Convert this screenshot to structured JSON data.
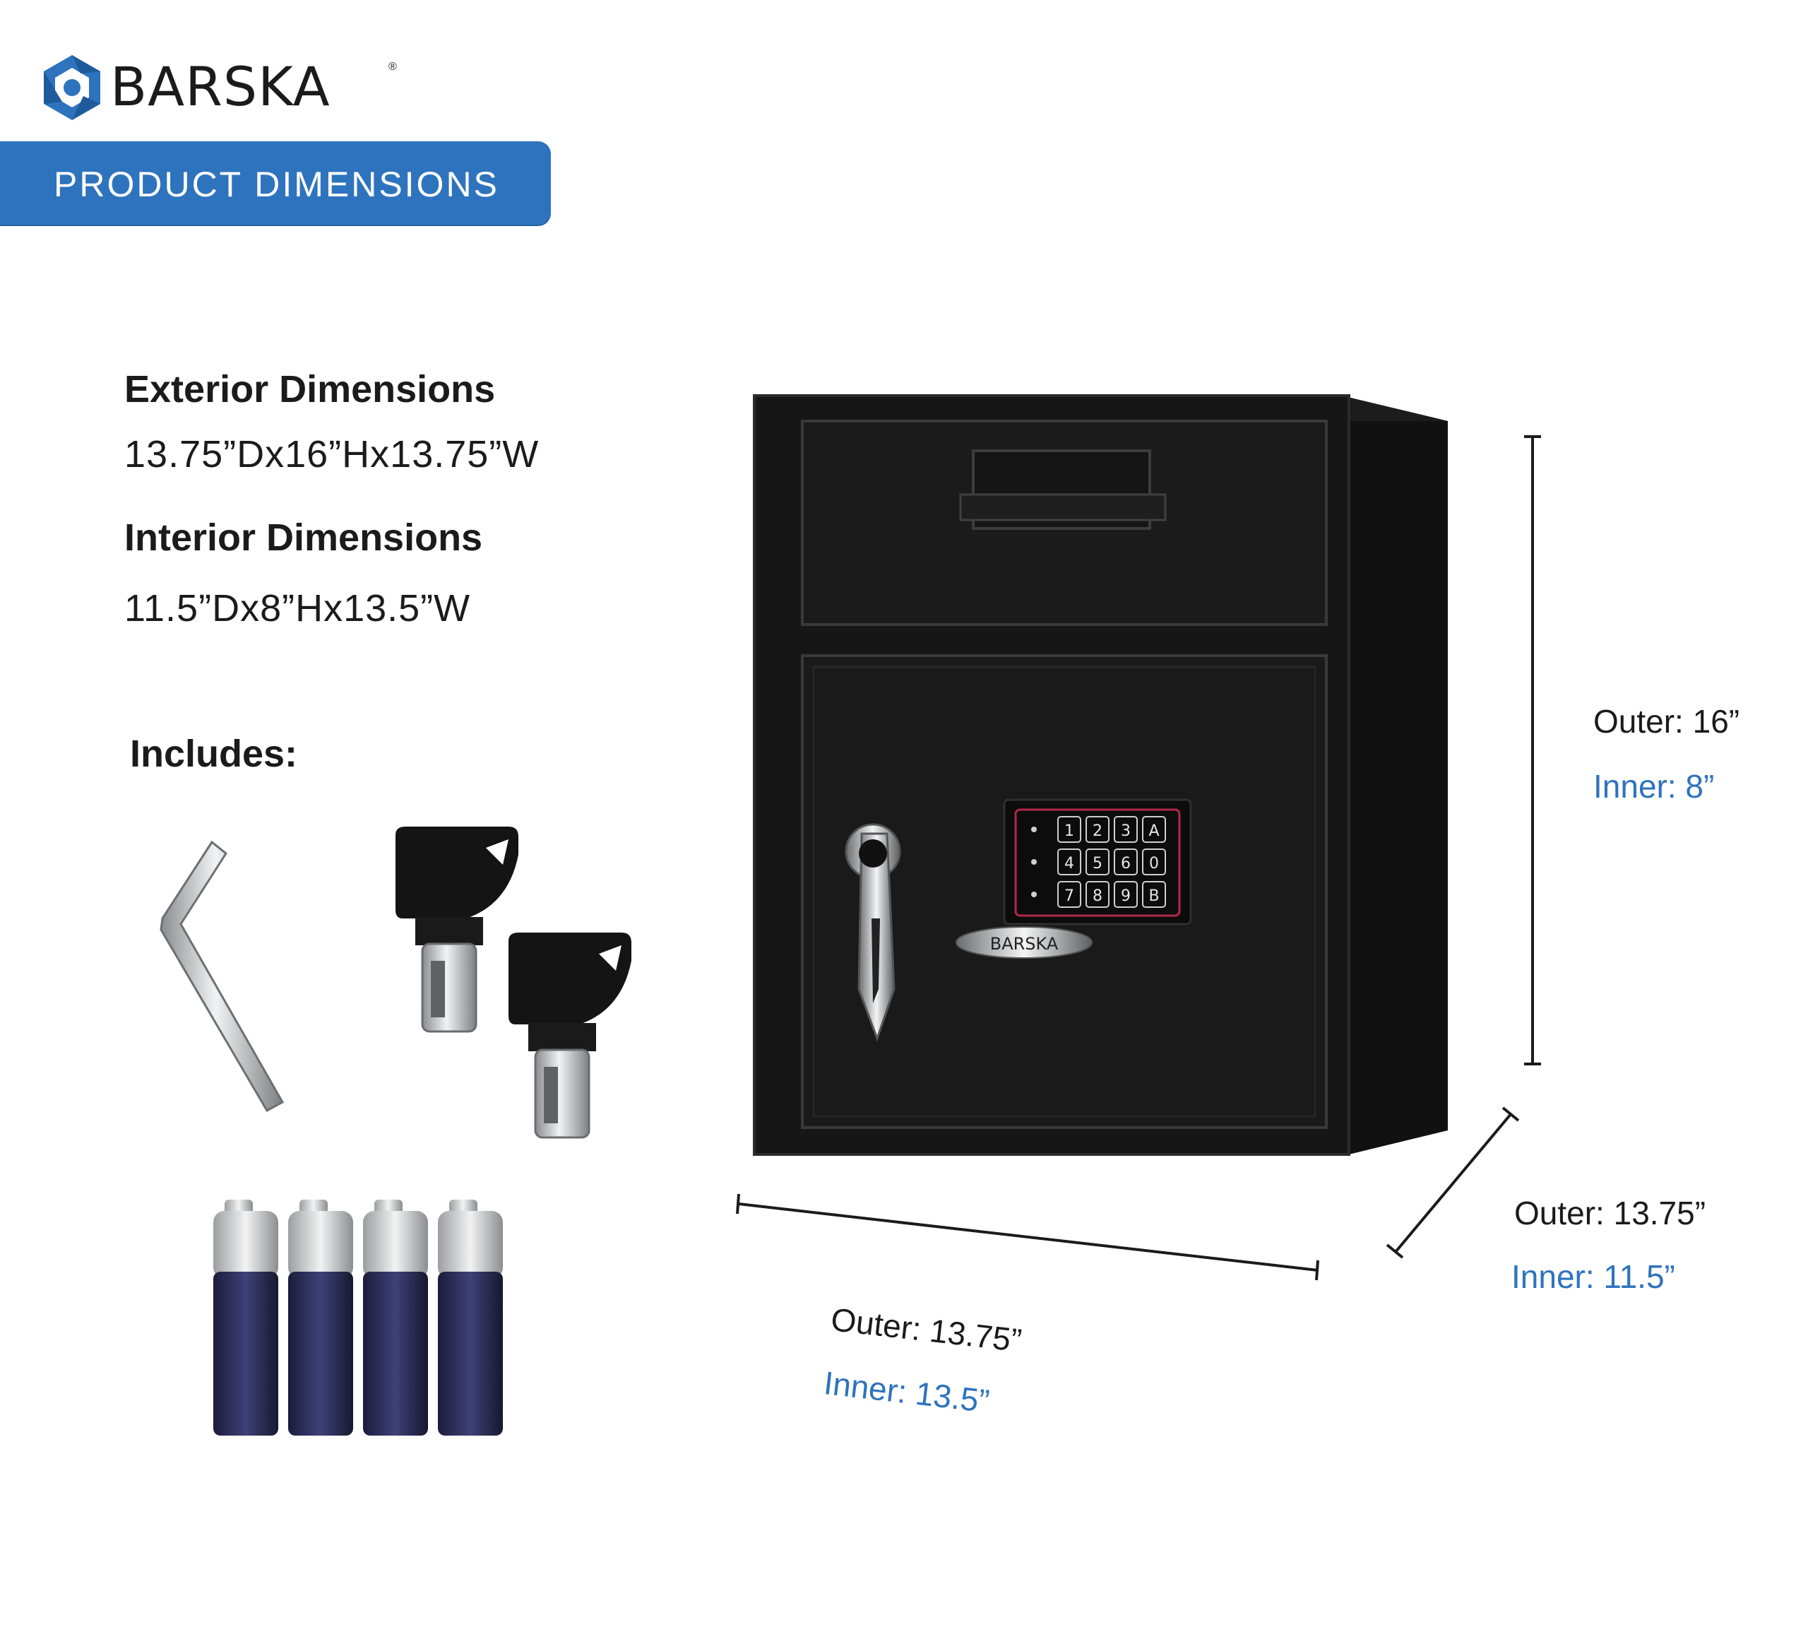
{
  "brand": {
    "name": "BARSKA",
    "registered_mark": "®",
    "accent_color": "#2e73bd"
  },
  "banner": {
    "label": "PRODUCT DIMENSIONS",
    "color": "#2e73bd"
  },
  "exterior": {
    "heading": "Exterior Dimensions",
    "value": "13.75”Dx16”Hx13.75”W"
  },
  "interior": {
    "heading": "Interior Dimensions",
    "value": "11.5”Dx8”Hx13.5”W"
  },
  "includes": {
    "heading": "Includes:",
    "items": [
      "hex-key-icon",
      "key-icon",
      "key-icon",
      "battery-icon",
      "battery-icon",
      "battery-icon",
      "battery-icon"
    ]
  },
  "safe": {
    "keypad_keys": [
      "1",
      "2",
      "3",
      "A",
      "4",
      "5",
      "6",
      "0",
      "7",
      "8",
      "9",
      "B"
    ],
    "badge_text": "BARSKA"
  },
  "dimensions": {
    "height": {
      "outer": "Outer: 16”",
      "inner": "Inner: 8”"
    },
    "depth": {
      "outer": "Outer: 13.75”",
      "inner": "Inner: 11.5”"
    },
    "width": {
      "outer": "Outer: 13.75”",
      "inner": "Inner: 13.5”"
    }
  }
}
